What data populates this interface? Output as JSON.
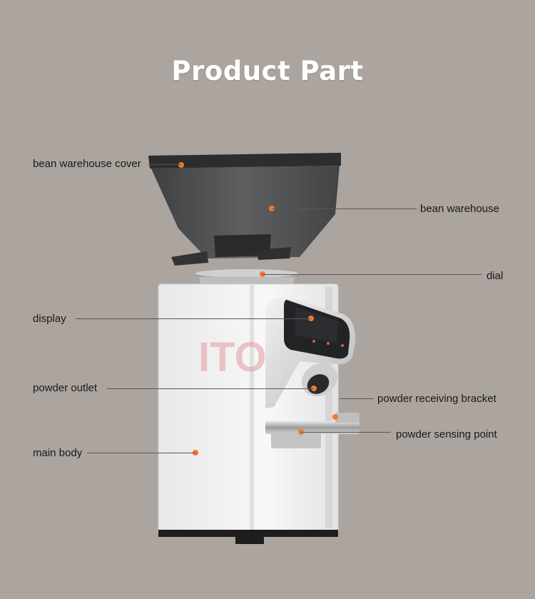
{
  "title": "Product Part",
  "watermark": "ITOP",
  "labels": {
    "bean_warehouse_cover": "bean warehouse cover",
    "bean_warehouse": "bean warehouse",
    "dial": "dial",
    "display": "display",
    "powder_outlet": "powder outlet",
    "powder_receiving_bracket": "powder receiving bracket",
    "powder_sensing_point": "powder sensing point",
    "main_body": "main body"
  },
  "colors": {
    "background": "#aba49f",
    "marker": "#f07a2e",
    "body": "#f4f4f4",
    "hopper": "#4a4b4d"
  }
}
